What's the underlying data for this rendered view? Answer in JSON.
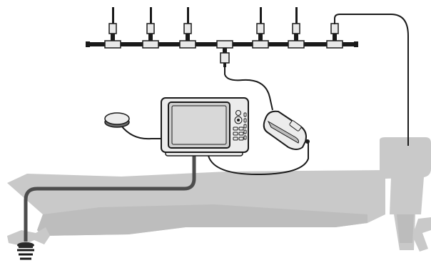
{
  "diagram": {
    "background": "#ffffff",
    "colors": {
      "hull": "#c9c9c9",
      "hull_shade": "#bcbcbc",
      "outline": "#1a1a1a",
      "cable": "#1a1a1a",
      "cable_grey": "#4d4d4d",
      "screen": "#cfcfcf",
      "device_body": "#ececec"
    },
    "components": [
      {
        "id": "nmea-backbone",
        "icon": "network-backbone-icon"
      },
      {
        "id": "gps-antenna",
        "icon": "puck-antenna-icon"
      },
      {
        "id": "fishfinder-display",
        "icon": "display-unit-icon"
      },
      {
        "id": "network-adapter",
        "icon": "junction-box-icon"
      },
      {
        "id": "outboard-motor",
        "icon": "outboard-engine-icon"
      },
      {
        "id": "transducer",
        "icon": "sonar-transducer-icon"
      },
      {
        "id": "boat-hull",
        "icon": "boat-hull-icon"
      }
    ],
    "connectors": {
      "drop_count": 6,
      "terminators": 2
    }
  }
}
